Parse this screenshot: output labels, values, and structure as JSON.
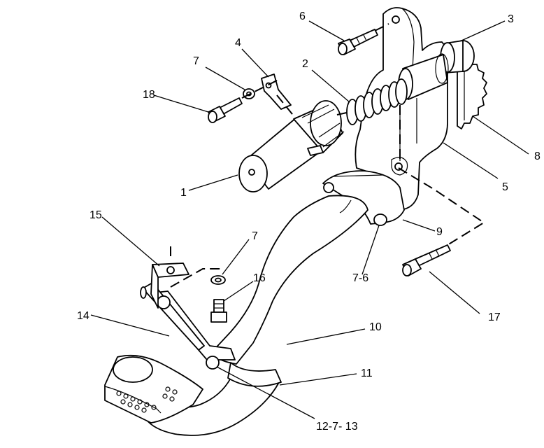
{
  "labels": {
    "l1": "1",
    "l2": "2",
    "l3": "3",
    "l4": "4",
    "l5": "5",
    "l6": "6",
    "l7a": "7",
    "l7b": "7",
    "l76": "7-6",
    "l8": "8",
    "l9": "9",
    "l10": "10",
    "l11": "11",
    "l12": "12-7- 13",
    "l14": "14",
    "l15": "15",
    "l16": "16",
    "l17": "17",
    "l18": "18"
  }
}
